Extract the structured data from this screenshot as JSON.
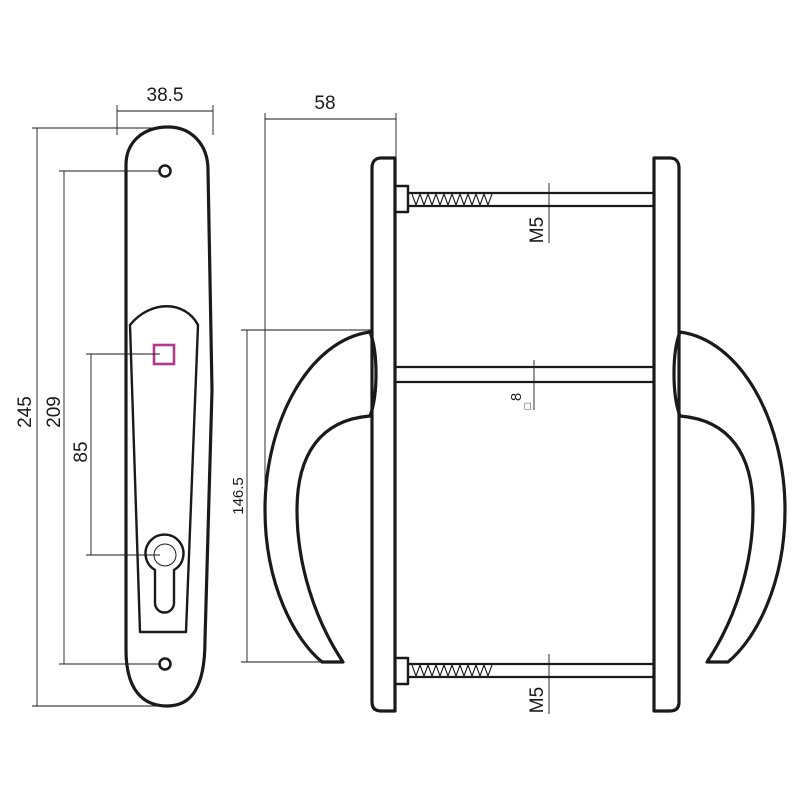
{
  "dimensions": {
    "plate_width": "38.5",
    "plate_height": "245",
    "hole_spacing": "209",
    "backset": "85",
    "projection": "58",
    "handle_height": "146.5",
    "screw_top": "M5",
    "screw_bottom": "M5",
    "spindle": "8",
    "spindle_symbol": "□"
  },
  "colors": {
    "outline": "#1a1a1a",
    "spindle_square": "#b03a8c"
  }
}
